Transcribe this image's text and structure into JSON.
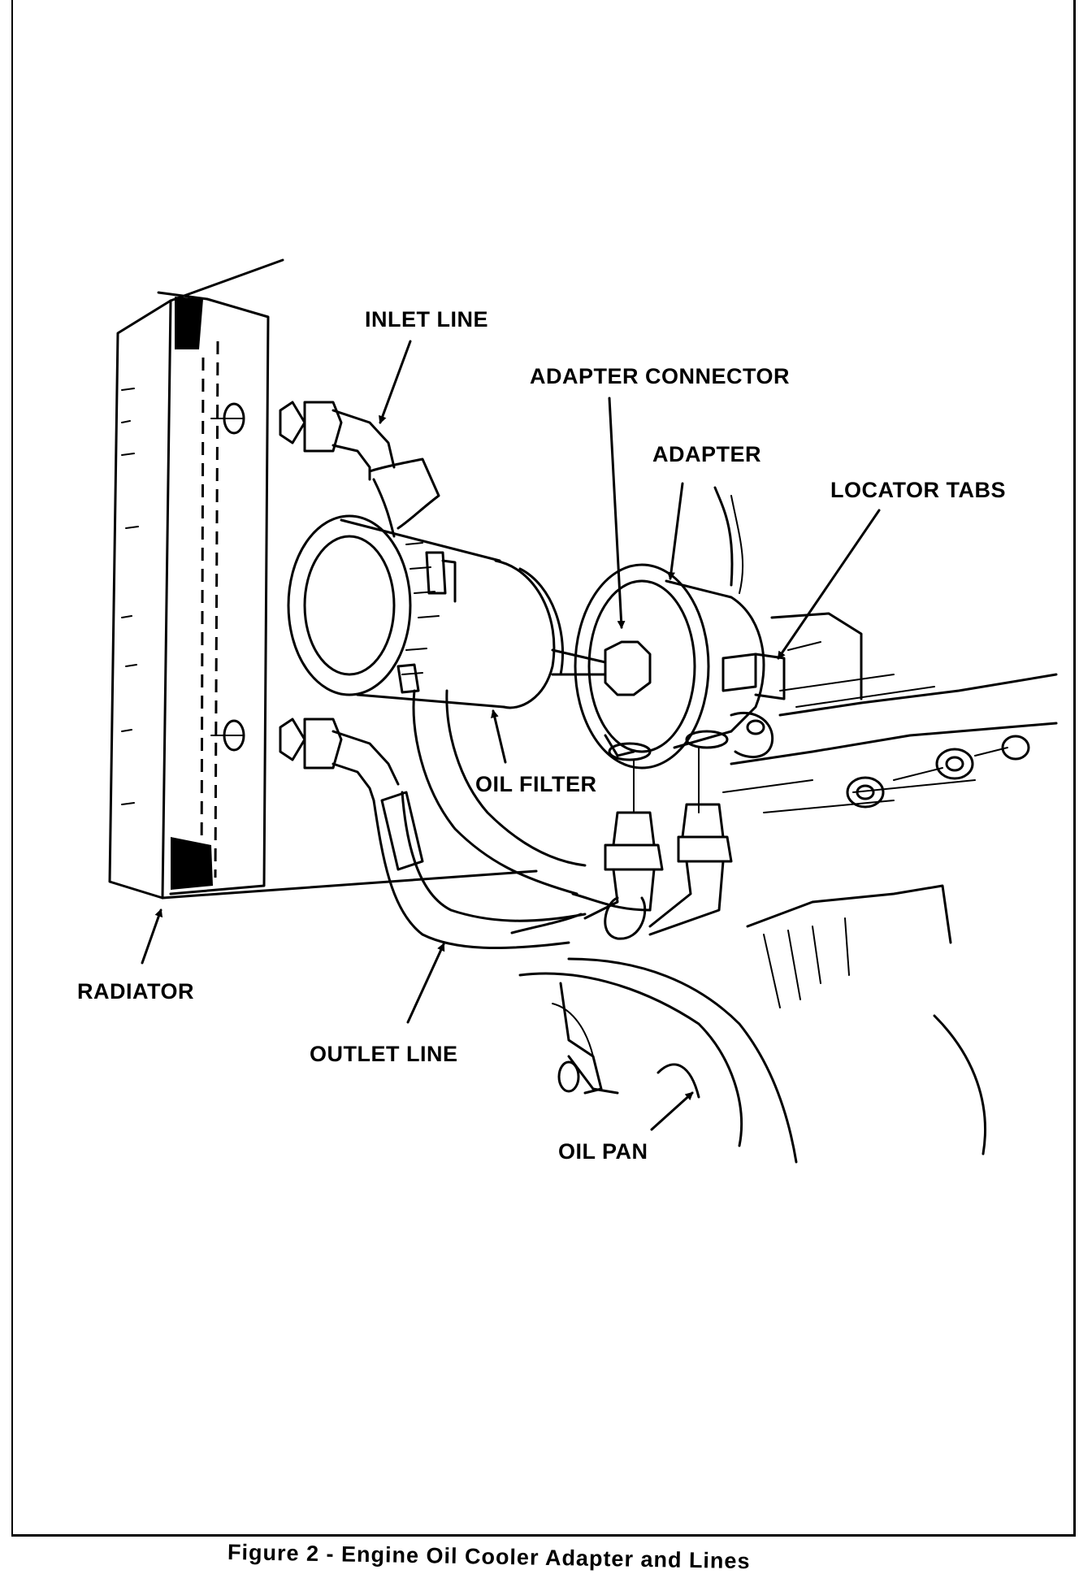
{
  "figure": {
    "caption": "Figure 2 - Engine Oil Cooler Adapter and Lines"
  },
  "labels": {
    "inlet_line": "INLET LINE",
    "adapter_connector": "ADAPTER CONNECTOR",
    "adapter": "ADAPTER",
    "locator_tabs": "LOCATOR TABS",
    "oil_filter": "OIL FILTER",
    "radiator": "RADIATOR",
    "outlet_line": "OUTLET LINE",
    "oil_pan": "OIL PAN"
  }
}
